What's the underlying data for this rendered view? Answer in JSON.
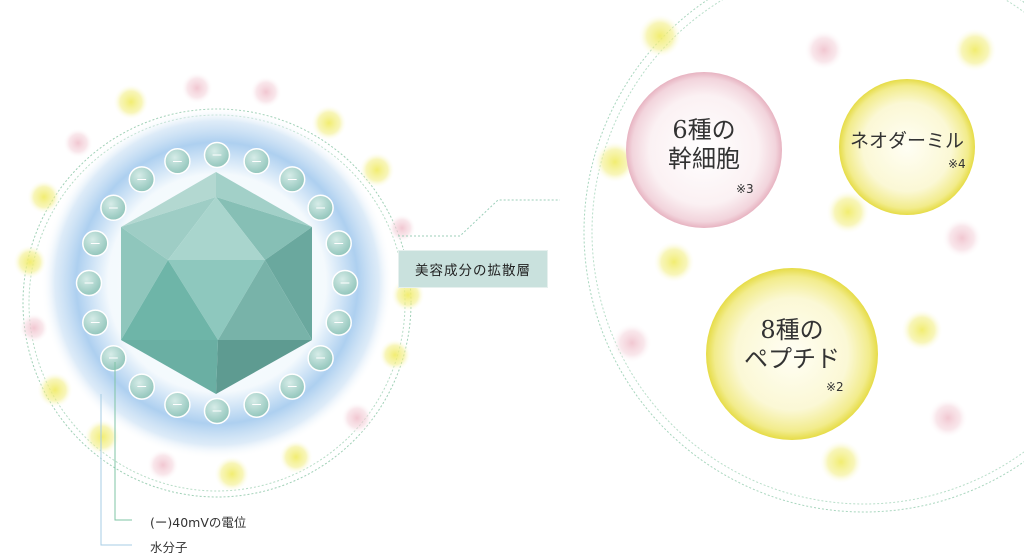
{
  "diffusion_label": "美容成分の拡散層",
  "potential_label": "(ー)40mVの電位",
  "water_label": "水分子",
  "molecule_sign": "ー",
  "ingredients": [
    {
      "name_line1": "6種の",
      "name_line2": "幹細胞",
      "note": "※3",
      "color": "#e9b9c6"
    },
    {
      "name_line1": "ネオダーミル",
      "name_line2": "",
      "note": "※4",
      "color": "#e8e25a"
    },
    {
      "name_line1": "8種の",
      "name_line2": "ペプチド",
      "note": "※2",
      "color": "#ebe35b"
    }
  ],
  "colors": {
    "pink_dot": "#f2c9d3",
    "yellow_dot": "#f3ee82",
    "glow_blue": "#9fc7ea",
    "molecule": "#a9d3cc",
    "crystal": "#7dbfb1",
    "guide_line": "#7fc4a6"
  }
}
